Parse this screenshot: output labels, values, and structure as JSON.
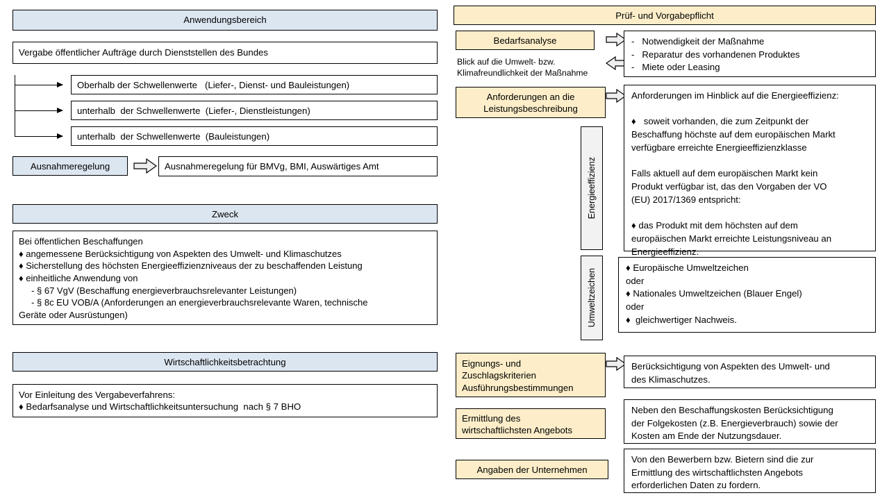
{
  "colors": {
    "header_blue": "#dce6f1",
    "header_beige": "#fdeec9",
    "vertical_label_gray": "#f2f2f2",
    "border": "#000000",
    "arrow_fill": "#eeeeee"
  },
  "left_column": {
    "section1": {
      "header": "Anwendungsbereich",
      "scope_box": "Vergabe öffentlicher Aufträge durch Dienststellen des Bundes",
      "threshold_items": [
        "Oberhalb der Schwellenwerte   (Liefer-, Dienst- und Bauleistungen)",
        "unterhalb  der Schwellenwerte  (Liefer-, Dienstleistungen)",
        "unterhalb  der Schwellenwerte  (Bauleistungen)"
      ],
      "exception_label": "Ausnahmeregelung",
      "exception_detail": "Ausnahmeregelung für BMVg, BMI, Auswärtiges Amt"
    },
    "section2": {
      "header": "Zweck",
      "body": "Bei öffentlichen Beschaffungen\n♦ angemessene Berücksichtigung von Aspekten des Umwelt- und Klimaschutzes\n♦ Sicherstellung des höchsten Energieeffizienzniveaus der zu beschaffenden Leistung\n♦ einheitliche Anwendung von\n     - § 67 VgV (Beschaffung energieverbrauchsrelevanter Leistungen)\n     - § 8c EU VOB/A (Anforderungen an energieverbrauchsrelevante Waren, technische\nGeräte oder Ausrüstungen)"
    },
    "section3": {
      "header": "Wirtschaftlichkeitsbetrachtung",
      "body": "Vor Einleitung des Vergabeverfahrens:\n♦ Bedarfsanalyse und Wirtschaftlichkeitsuntersuchung  nach § 7 BHO"
    }
  },
  "right_column": {
    "header": "Prüf- und Vorgabepflicht",
    "rows": [
      {
        "label": "Bedarfsanalyse",
        "note": "Blick auf die Umwelt- bzw.\nKlimafreundlichkeit der Maßnahme",
        "detail": "-   Notwendigkeit der Maßnahme\n-   Reparatur des vorhandenen Produktes\n-   Miete oder Leasing"
      },
      {
        "label": "Anforderungen an die\nLeistungsbeschreibung",
        "detail": "Anforderungen im Hinblick auf die Energieeffizienz:\n\n♦   soweit vorhanden, die zum Zeitpunkt der\nBeschaffung höchste auf dem europäischen Markt\nverfügbare erreichte Energieeffizienzklasse\n\nFalls aktuell auf dem europäischen Markt kein\nProdukt verfügbar ist, das den Vorgaben der VO\n(EU) 2017/1369 entspricht:\n\n♦ das Produkt mit dem höchsten auf dem\neuropäischen Markt erreichte Leistungsniveau an\nEnergieeffizienz."
      },
      {
        "detail": "♦ Europäische Umweltzeichen\noder\n♦ Nationales Umweltzeichen (Blauer Engel)\noder\n♦  gleichwertiger Nachweis."
      },
      {
        "label": "Eignungs- und\nZuschlagskriterien\nAusführungsbestimmungen",
        "detail": "Berücksichtigung von Aspekten des Umwelt- und\ndes Klimaschutzes."
      },
      {
        "label": "Ermittlung des\nwirtschaftlichsten Angebots",
        "detail": "Neben den Beschaffungskosten Berücksichtigung\nder Folgekosten (z.B. Energieverbrauch) sowie der\nKosten am Ende der Nutzungsdauer."
      },
      {
        "label": "Angaben der Unternehmen",
        "detail": "Von den Bewerbern bzw. Bietern sind die zur\nErmittlung des wirtschaftlichsten Angebots\nerforderlichen Daten zu fordern."
      }
    ],
    "vertical_labels": [
      "Energieeffizienz",
      "Umweltzeichen"
    ]
  }
}
